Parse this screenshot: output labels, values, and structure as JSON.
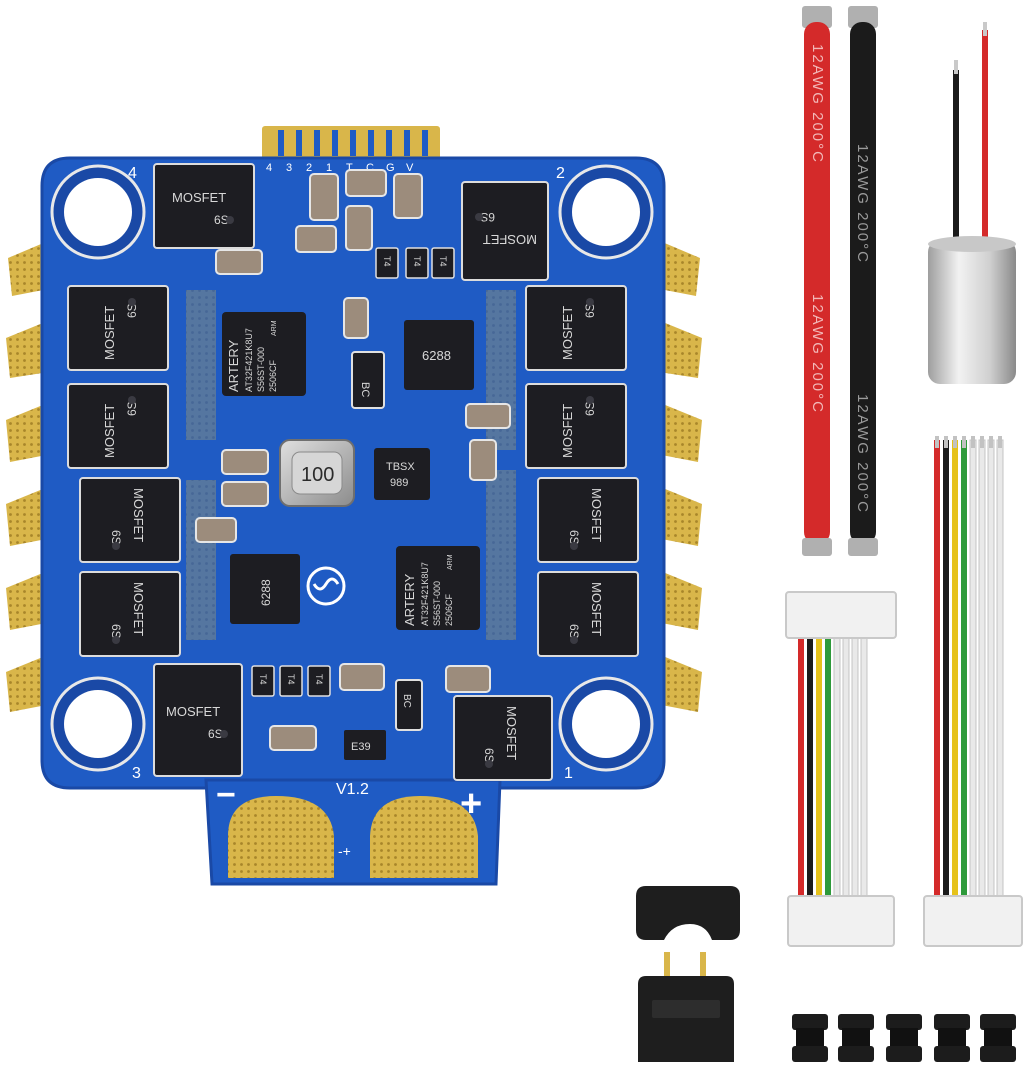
{
  "board": {
    "mosfet_label": "MOSFET",
    "cell_label": "6S",
    "mcu_brand": "ARTERY",
    "mcu_line1": "AT32F421K8U7",
    "mcu_line2": "S56ST-000",
    "mcu_line3": "2506CF",
    "mcu_arm": "ARM",
    "driver_label": "6288",
    "inductor_label": "100",
    "ic_tbsx_line1": "TBSX",
    "ic_tbsx_line2": "989",
    "bc_label": "BC",
    "t4_label": "T4",
    "e39_label": "E39",
    "version": "V1.2",
    "motor_numbers": [
      "4",
      "2",
      "3",
      "1"
    ],
    "header_pins": [
      "4",
      "3",
      "2",
      "1",
      "T",
      "C",
      "G",
      "V"
    ],
    "pad_minus": "−",
    "pad_plus": "+",
    "pad_between": "-+"
  },
  "wires": {
    "label": "12AWG 200°C",
    "red_color": "#d42a2a",
    "black_color": "#1b1b1b"
  },
  "colors": {
    "pcb_blue": "#1f5bc4",
    "pcb_edge": "#1a49a6",
    "gold": "#d9b64a",
    "chip": "#1d1d22"
  }
}
